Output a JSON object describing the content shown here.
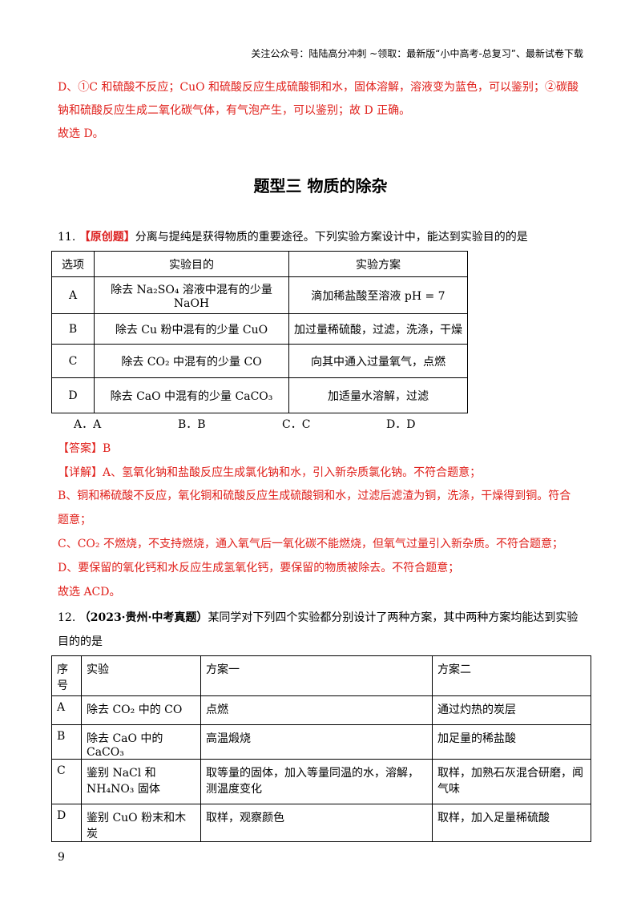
{
  "header": {
    "text": "关注公众号：陆陆高分冲刺 ~领取：最新版“小中高考-总复习”、最新试卷下载"
  },
  "prev_answer": {
    "line1": "D、①C 和硫酸不反应；CuO 和硫酸反应生成硫酸铜和水，固体溶解，溶液变为蓝色，可以鉴别；②碳酸",
    "line2": "钠和硫酸反应生成二氧化碳气体，有气泡产生，可以鉴别；故 D 正确。",
    "line3": "故选 D。"
  },
  "section_title": "题型三 物质的除杂",
  "q11": {
    "number": "11.",
    "tag": "【原创题】",
    "stem": "分离与提纯是获得物质的重要途径。下列实验方案设计中，能达到实验目的的是",
    "headers": [
      "选项",
      "实验目的",
      "实验方案"
    ],
    "rows": [
      [
        "A",
        "除去 Na₂SO₄ 溶液中混有的少量 NaOH",
        "滴加稀盐酸至溶液 pH = 7"
      ],
      [
        "B",
        "除去 Cu 粉中混有的少量 CuO",
        "加过量稀硫酸，过滤，洗涤，干燥"
      ],
      [
        "C",
        "除去 CO₂ 中混有的少量 CO",
        "向其中通入过量氧气，点燃"
      ],
      [
        "D",
        "除去 CaO 中混有的少量 CaCO₃",
        "加适量水溶解，过滤"
      ]
    ],
    "options": [
      "A．A",
      "B．B",
      "C．C",
      "D．D"
    ],
    "answer": "【答案】B",
    "detail": [
      "【详解】A、氢氧化钠和盐酸反应生成氯化钠和水，引入新杂质氯化钠。不符合题意；",
      "B、铜和稀硫酸不反应，氧化铜和硫酸反应生成硫酸铜和水，过滤后滤渣为铜，洗涤，干燥得到铜。符合",
      "题意；",
      "C、CO₂ 不燃烧，不支持燃烧，通入氧气后一氧化碳不能燃烧，但氧气过量引入新杂质。不符合题意；",
      "D、要保留的氧化钙和水反应生成氢氧化钙，要保留的物质被除去。不符合题意；",
      "故选 ACD。"
    ]
  },
  "q12": {
    "number": "12.",
    "tag": "（2023·贵州·中考真题）",
    "stem1": "某同学对下列四个实验都分别设计了两种方案，其中两种方案均能达到实验",
    "stem2": "目的的是",
    "headers": [
      "序号",
      "实验",
      "方案一",
      "方案二"
    ],
    "rows": [
      [
        "A",
        "除去 CO₂ 中的 CO",
        "点燃",
        "通过灼热的炭层"
      ],
      [
        "B",
        "除去 CaO 中的 CaCO₃",
        "高温煅烧",
        "加足量的稀盐酸"
      ],
      [
        "C",
        "鉴别 NaCl 和 NH₄NO₃ 固体",
        "取等量的固体，加入等量同温的水，溶解，测温度变化",
        "取样，加熟石灰混合研磨，闻气味"
      ],
      [
        "D",
        "鉴别 CuO 粉末和木炭",
        "取样，观察颜色",
        "取样，加入足量稀硫酸"
      ]
    ]
  },
  "page_number": "9"
}
